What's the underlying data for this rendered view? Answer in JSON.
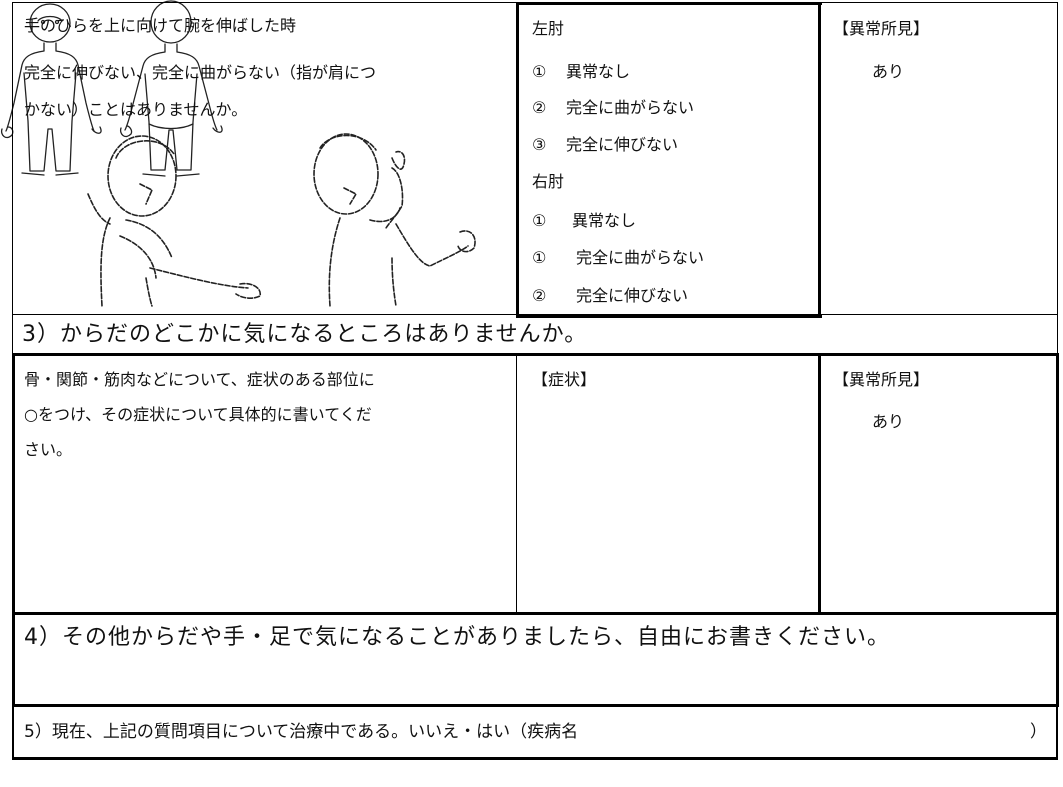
{
  "elbow_section": {
    "instruction_lines": [
      "手のひらを上に向けて腕を伸ばした時",
      "完全に伸びない、完全に曲がらない（指が肩につ",
      "かない）ことはありませんか。"
    ],
    "left_elbow": {
      "label": "左肘",
      "options": [
        {
          "num": "①",
          "text": "異常なし"
        },
        {
          "num": "②",
          "text": "完全に曲がらない"
        },
        {
          "num": "③",
          "text": "完全に伸びない"
        }
      ]
    },
    "right_elbow": {
      "label": "右肘",
      "options": [
        {
          "num": "①",
          "text": "異常なし"
        },
        {
          "num": "①",
          "text": "完全に曲がらない"
        },
        {
          "num": "②",
          "text": "完全に伸びない"
        }
      ]
    },
    "findings_label": "【異常所見】",
    "findings_value": "あり"
  },
  "section3": {
    "heading": "3）からだのどこかに気になるところはありませんか。",
    "instruction_lines": [
      "骨・関節・筋肉などについて、症状のある部位に",
      "○をつけ、その症状について具体的に書いてくだ",
      "さい。"
    ],
    "symptom_label": "【症状】",
    "findings_label": "【異常所見】",
    "findings_value": "あり"
  },
  "section4": {
    "heading": "4）その他からだや手・足で気になることがありましたら、自由にお書きください。"
  },
  "section5": {
    "text": "5）現在、上記の質問項目について治療中である。いいえ・はい（疾病名",
    "close_paren": "）"
  }
}
